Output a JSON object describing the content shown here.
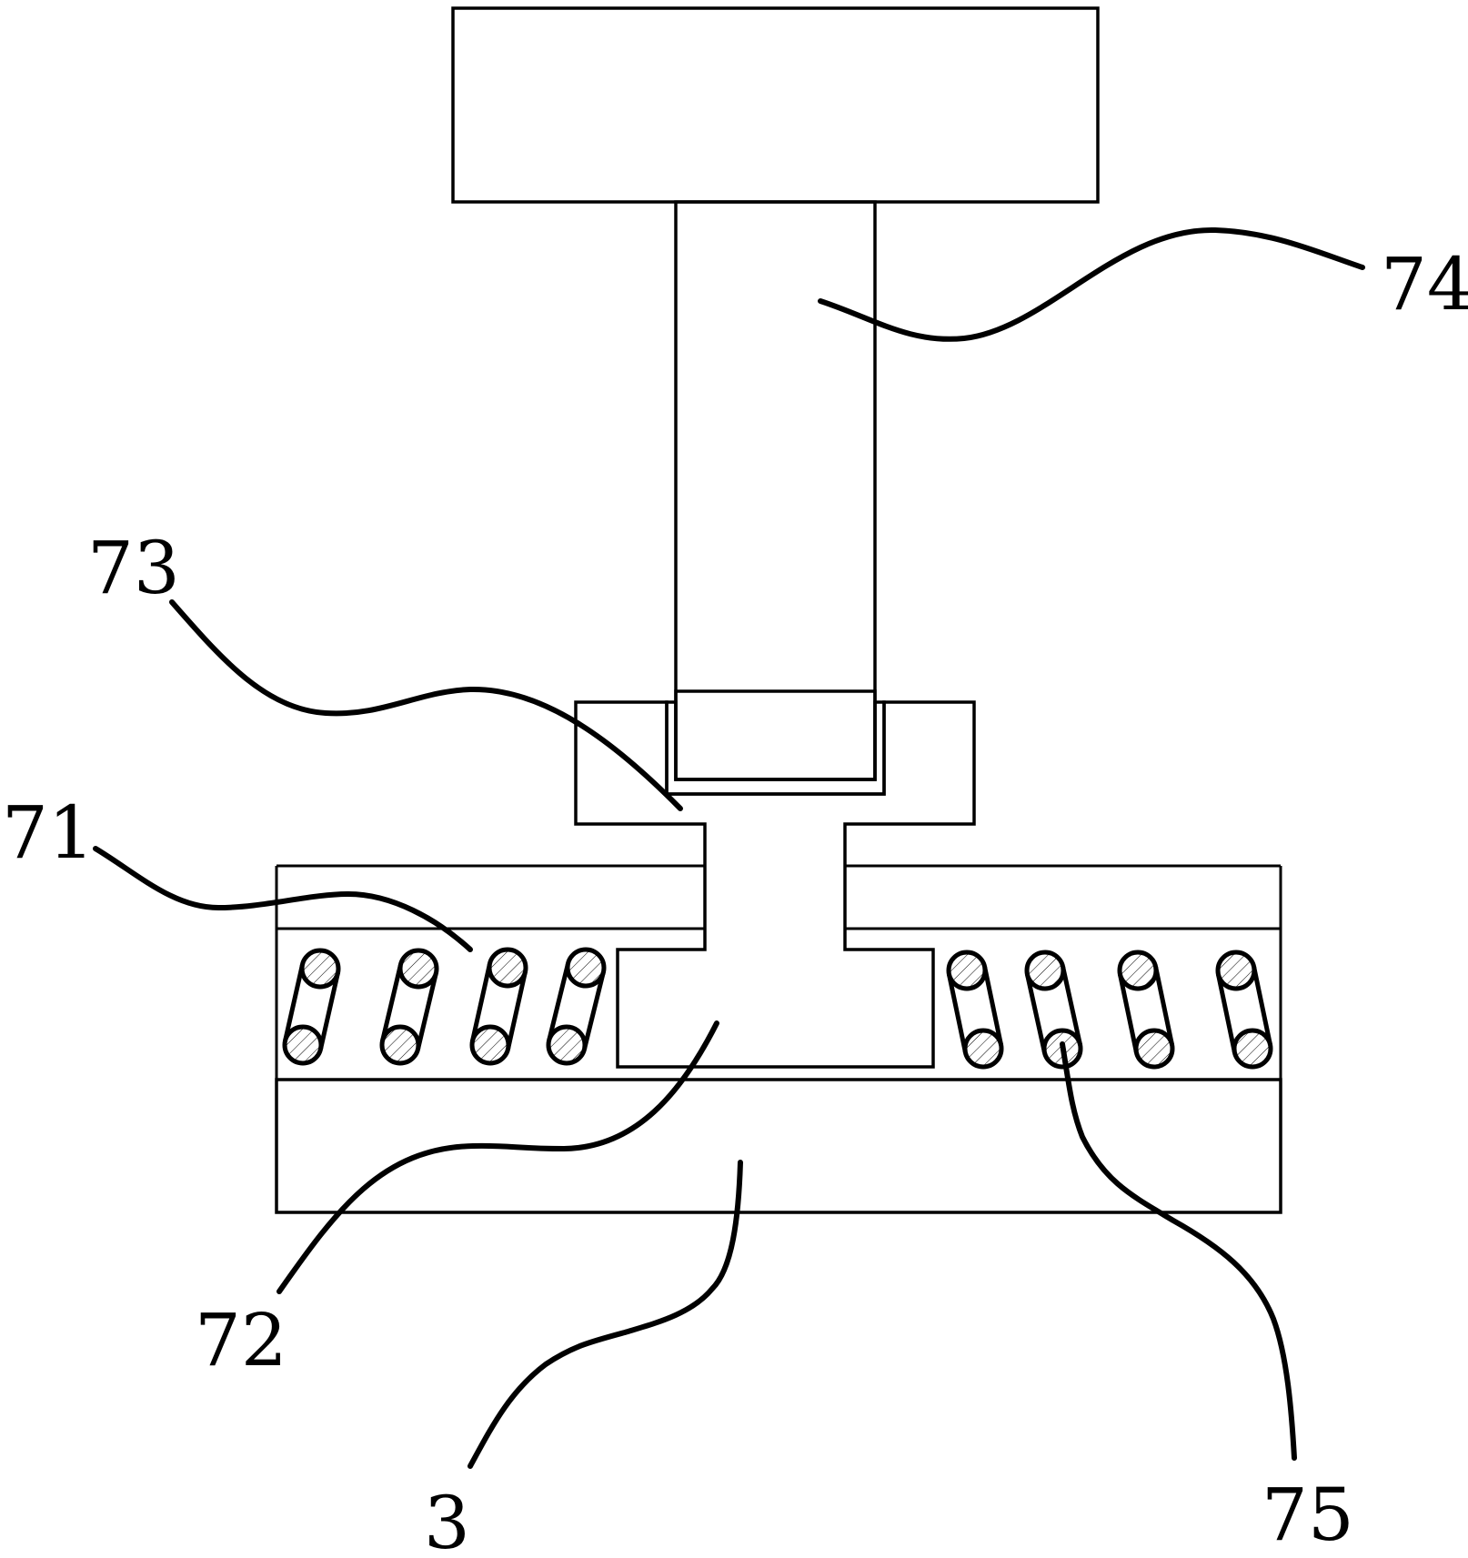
{
  "figure": {
    "description": "Patent drawing: cross-section of pressing mechanism with spring-loaded base",
    "colors": {
      "line": "#000000",
      "background": "#ffffff"
    },
    "labels": [
      {
        "id": "74",
        "text": "74",
        "part": "press rod"
      },
      {
        "id": "73",
        "text": "73",
        "part": "sleeve"
      },
      {
        "id": "71",
        "text": "71",
        "part": "housing"
      },
      {
        "id": "72",
        "text": "72",
        "part": "T-shaped slider"
      },
      {
        "id": "3",
        "text": "3",
        "part": "base plate"
      },
      {
        "id": "75",
        "text": "75",
        "part": "spring"
      }
    ],
    "spring_count_left": 4,
    "spring_count_right": 4
  }
}
